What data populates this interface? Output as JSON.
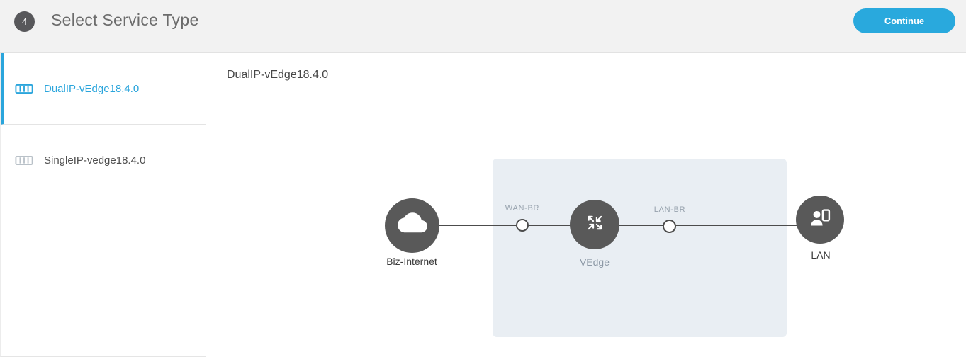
{
  "header": {
    "step_number": "4",
    "title": "Select Service Type",
    "continue_label": "Continue"
  },
  "sidebar": {
    "items": [
      {
        "label": "DualIP-vEdge18.4.0",
        "selected": true,
        "icon": "switch-icon"
      },
      {
        "label": "SingleIP-vedge18.4.0",
        "selected": false,
        "icon": "switch-icon"
      }
    ]
  },
  "main": {
    "title": "DualIP-vEdge18.4.0",
    "diagram": {
      "nodes": [
        {
          "id": "biz-internet",
          "label": "Biz-Internet",
          "icon": "cloud-icon"
        },
        {
          "id": "vedge",
          "label": "VEdge",
          "icon": "traffic-arrows-icon"
        },
        {
          "id": "lan",
          "label": "LAN",
          "icon": "user-device-icon"
        }
      ],
      "connectors": [
        {
          "id": "wan-br",
          "label": "WAN-BR"
        },
        {
          "id": "lan-br",
          "label": "LAN-BR"
        }
      ]
    }
  },
  "colors": {
    "accent_blue": "#29a9dd",
    "selected_blue": "#2aa5dc",
    "node_gray": "#595959",
    "panel_blue": "#e9eef3",
    "header_gray": "#f2f2f2"
  }
}
